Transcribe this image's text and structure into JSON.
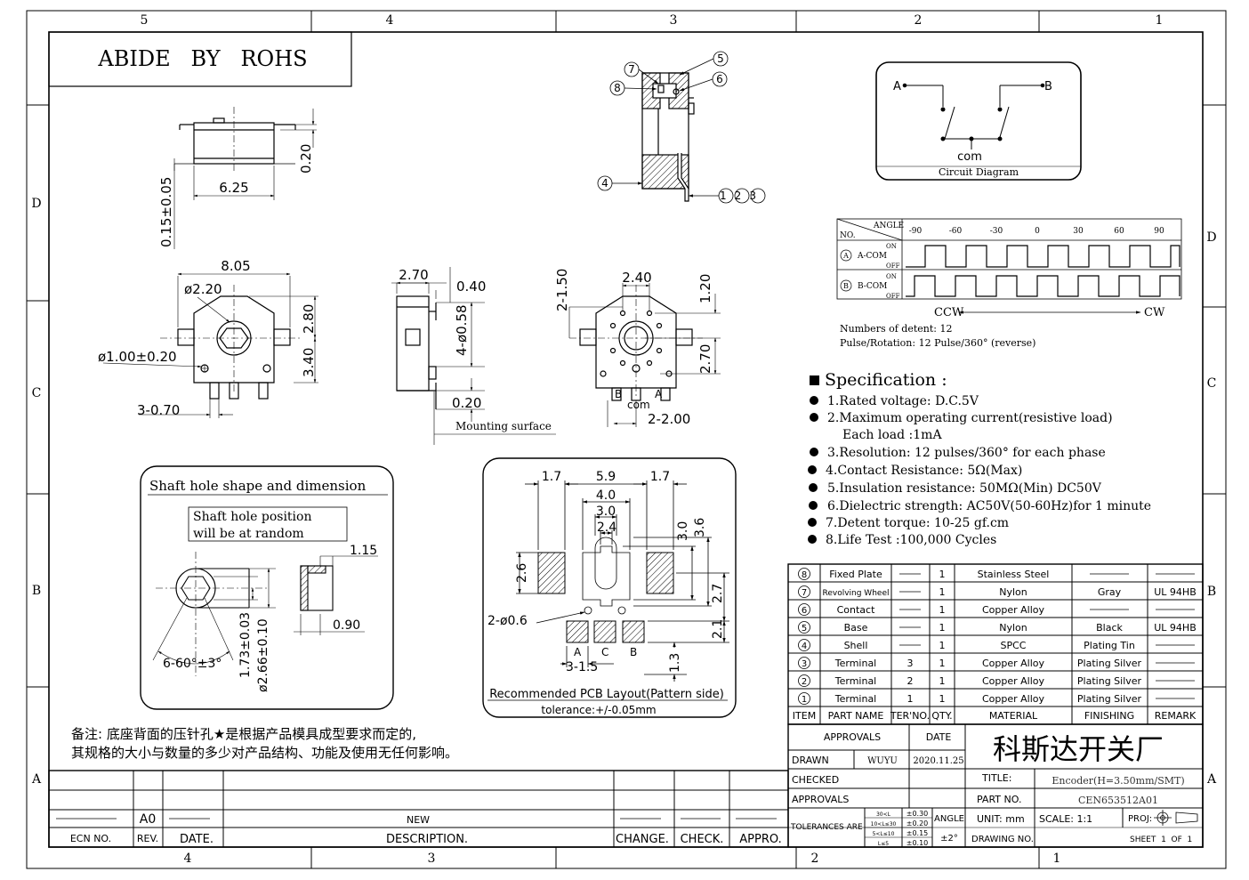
{
  "frame": {
    "top_zones": [
      "5",
      "4",
      "3",
      "2",
      "1"
    ],
    "bottom_zones": [
      "4",
      "3",
      "2",
      "1"
    ],
    "left_zones": [
      "D",
      "C",
      "B",
      "A"
    ],
    "right_zones": [
      "D",
      "C",
      "B",
      "A"
    ]
  },
  "header": {
    "rohs": "ABIDE   BY   ROHS"
  },
  "top_view": {
    "dim_625": "6.25",
    "dim_020": "0.20",
    "dim_015": "0.15±0.05"
  },
  "front_view": {
    "dim_805": "8.05",
    "dim_220": "ø2.20",
    "dim_100": "ø1.00±0.20",
    "dim_280": "2.80",
    "dim_340": "3.40",
    "dim_370": "3-0.70"
  },
  "side_view": {
    "dim_270": "2.70",
    "dim_040": "0.40",
    "dim_058": "4-ø0.58",
    "dim_020b": "0.20",
    "mount": "Mounting surface"
  },
  "back_view": {
    "dim_150": "2-1.50",
    "dim_240": "2.40",
    "dim_120": "1.20",
    "dim_270b": "2.70",
    "dim_200": "2-2.00",
    "pin_b": "B",
    "pin_com": "com",
    "pin_a": "A"
  },
  "section": {
    "n7": "7",
    "n5": "5",
    "n8": "8",
    "n6": "6",
    "n4": "4",
    "n123": "123"
  },
  "circuit": {
    "a": "A",
    "b": "B",
    "com": "com",
    "caption": "Circuit Diagram"
  },
  "timing": {
    "angle": "ANGLE",
    "no": "NO.",
    "ticks": [
      "-90",
      "-60",
      "-30",
      "0",
      "30",
      "60",
      "90"
    ],
    "a_label": "A-COM",
    "b_label": "B-COM",
    "a_id": "A",
    "b_id": "B",
    "on": "ON",
    "off": "OFF",
    "ccw": "CCW",
    "cw": "CW",
    "detents": "Numbers of detent: 12",
    "pulse": "Pulse/Rotation: 12 Pulse/360° (reverse)"
  },
  "spec": {
    "title": "Specification :",
    "items": [
      "1.Rated voltage: D.C.5V",
      "2.Maximum operating current(resistive load)",
      "3.Resolution: 12 pulses/360°  for each phase",
      "4.Contact Resistance: 5Ω(Max)",
      "5.Insulation resistance: 50MΩ(Min) DC50V",
      "6.Dielectric strength: AC50V(50-60Hz)for 1 minute",
      "7.Detent torque: 10-25 gf.cm",
      "8.Life Test :100,000 Cycles"
    ],
    "sub": "Each load :1mA"
  },
  "shaft": {
    "title": "Shaft hole shape and dimension",
    "note1": "Shaft hole position",
    "note2": "will be at random",
    "dim_115": "1.15",
    "dim_090": "0.90",
    "dim_angle": "6-60°±3°",
    "dim_173": "1.73±0.03",
    "dim_266": "ø2.66±0.10"
  },
  "pcb": {
    "d17a": "1.7",
    "d59": "5.9",
    "d17b": "1.7",
    "d40": "4.0",
    "d30": "3.0",
    "d24": "2.4",
    "d30v": "3.0",
    "d36": "3.6",
    "d26": "2.6",
    "d27": "2.7",
    "d06": "2-ø0.6",
    "d21": "2.1",
    "d315": "3-1.5",
    "d13": "1.3",
    "pa": "A",
    "pc": "C",
    "pb": "B",
    "caption": "Recommended PCB Layout(Pattern side)",
    "tol": "tolerance:+/-0.05mm"
  },
  "note_cn": {
    "line1": "备注: 底座背面的压针孔★是根据产品模具成型要求而定的,",
    "line2": "其规格的大小与数量的多少对产品结构、功能及使用无任何影响。"
  },
  "bom": {
    "rows": [
      {
        "no": "8",
        "part": "Fixed Plate",
        "qty": "1",
        "mat": "Stainless Steel",
        "fin": "",
        "rem": ""
      },
      {
        "no": "7",
        "part": "Revolving Wheel",
        "qty": "1",
        "mat": "Nylon",
        "fin": "Gray",
        "rem": "UL 94HB"
      },
      {
        "no": "6",
        "part": "Contact",
        "qty": "1",
        "mat": "Copper Alloy",
        "fin": "",
        "rem": ""
      },
      {
        "no": "5",
        "part": "Base",
        "qty": "1",
        "mat": "Nylon",
        "fin": "Black",
        "rem": "UL 94HB"
      },
      {
        "no": "4",
        "part": "Shell",
        "qty": "1",
        "mat": "SPCC",
        "fin": "Plating Tin",
        "rem": ""
      },
      {
        "no": "3",
        "part": "Terminal",
        "ter": "3",
        "qty": "1",
        "mat": "Copper Alloy",
        "fin": "Plating Silver",
        "rem": ""
      },
      {
        "no": "2",
        "part": "Terminal",
        "ter": "2",
        "qty": "1",
        "mat": "Copper Alloy",
        "fin": "Plating Silver",
        "rem": ""
      },
      {
        "no": "1",
        "part": "Terminal",
        "ter": "1",
        "qty": "1",
        "mat": "Copper Alloy",
        "fin": "Plating Silver",
        "rem": ""
      }
    ],
    "head": {
      "item": "ITEM",
      "part": "PART NAME",
      "ter": "TER'NO.",
      "qty": "QTY.",
      "mat": "MATERIAL",
      "fin": "FINISHING",
      "rem": "REMARK"
    }
  },
  "title_block": {
    "approvals": "APPROVALS",
    "date": "DATE",
    "company": "科斯达开关厂",
    "drawn": "DRAWN",
    "drawn_by": "WUYU",
    "drawn_date": "2020.11.25",
    "checked": "CHECKED",
    "approvals2": "APPROVALS",
    "title_lbl": "TITLE:",
    "title_val": "Encoder(H=3.50mm/SMT)",
    "part_lbl": "PART NO.",
    "part_val": "CEN653512A01",
    "tol_lbl": "TOLERANCES ARE",
    "tol_r1": "30<L",
    "tol_v1": "±0.30",
    "tol_r2": "10<L≤30",
    "tol_v2": "±0.20",
    "tol_r3": "5<L≤10",
    "tol_v3": "±0.15",
    "tol_r4": "L≤5",
    "tol_v4": "±0.10",
    "angle": "ANGLE",
    "angle_v": "±2°",
    "unit": "UNIT: mm",
    "scale": "SCALE: 1:1",
    "proj": "PROJ:",
    "drawing_no": "DRAWING NO.",
    "sheet": "SHEET  1  OF  1"
  },
  "revision": {
    "rev_val": "A0",
    "desc_val": "NEW",
    "ecn": "ECN NO.",
    "rev": "REV.",
    "date": "DATE.",
    "desc": "DESCRIPTION.",
    "change": "CHANGE.",
    "check": "CHECK.",
    "appro": "APPRO."
  }
}
